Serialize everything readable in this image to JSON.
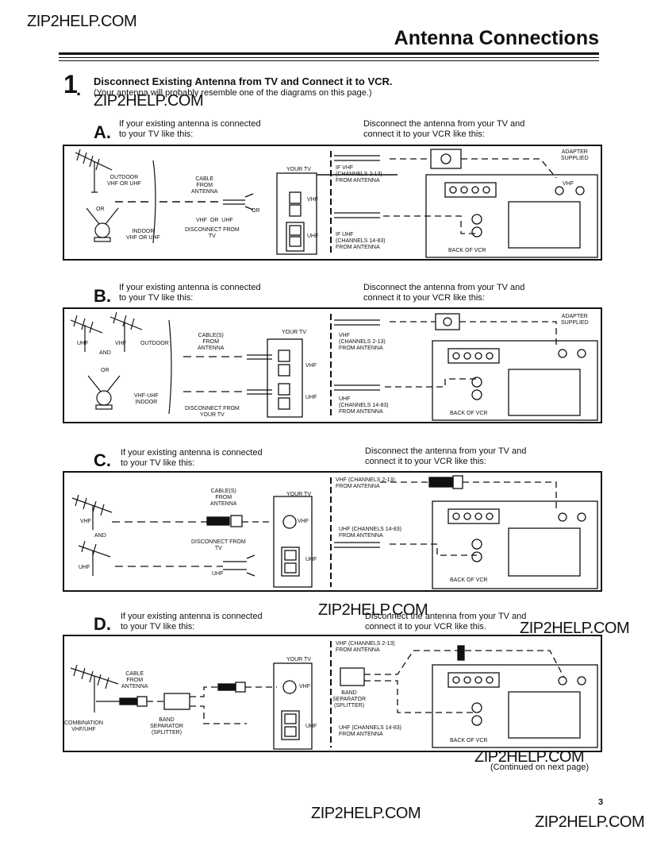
{
  "watermark": "ZIP2HELP.COM",
  "page_title": "Antenna Connections",
  "step": {
    "number": "1",
    "title": "Disconnect Existing Antenna from TV and Connect it to VCR.",
    "subtitle": "(Your antenna will probably resemble one of the diagrams on this page.)"
  },
  "sections": [
    {
      "letter": "A.",
      "left_text": "If your existing antenna is connected\nto your TV like this:",
      "right_text": "Disconnect the antenna from your TV and\nconnect it to your VCR like this:",
      "labels": {
        "antenna_outdoor": "OUTDOOR\nVHF OR UHF",
        "or": "OR",
        "antenna_indoor": "INDOOR\nVHF OR UHF",
        "cable": "CABLE\nFROM\nANTENNA",
        "vhf_or_uhf": "VHF  OR  UHF",
        "disconnect": "DISCONNECT FROM\nTV",
        "your_tv": "YOUR TV",
        "vhf": "VHF",
        "or2": "OR",
        "uhf": "UHF",
        "if_vhf": "IF VHF\n(CHANNELS 2-13)\nFROM ANTENNA",
        "if_uhf": "IF UHF\n(CHANNELS 14-83)\nFROM ANTENNA",
        "adapter": "ADAPTER\nSUPPLIED",
        "back_of_vcr": "BACK OF VCR",
        "vcr_vhf": "VHF"
      }
    },
    {
      "letter": "B.",
      "left_text": "If your existing antenna is connected\nto your TV like this:",
      "right_text": "Disconnect the antenna from your TV and\nconnect it to your VCR like this:",
      "labels": {
        "uhf_ant": "UHF",
        "vhf_ant": "VHF",
        "outdoor": "OUTDOOR",
        "and": "AND",
        "or": "OR",
        "indoor": "VHF-UHF\nINDOOR",
        "cable": "CABLE(S)\nFROM\nANTENNA",
        "your_tv": "YOUR TV",
        "vhf": "VHF",
        "uhf": "UHF",
        "disconnect": "DISCONNECT FROM\nYOUR TV",
        "vhf_ch": "VHF\n(CHANNELS 2-13)\nFROM ANTENNA",
        "uhf_ch": "UHF\n(CHANNELS 14-83)\nFROM ANTENNA",
        "adapter": "ADAPTER\nSUPPLIED",
        "back_of_vcr": "BACK OF VCR"
      }
    },
    {
      "letter": "C.",
      "left_text": "If your existing antenna is connected\nto your TV like this:",
      "right_text": "Disconnect the antenna from your TV and\nconnect it to your VCR like this:",
      "labels": {
        "cable": "CABLE(S)\nFROM\nANTENNA",
        "your_tv": "YOUR TV",
        "vhf_ant": "VHF",
        "and": "AND",
        "uhf_ant": "UHF",
        "vhf": "VHF",
        "disconnect": "DISCONNECT FROM\nTV",
        "uhf_tv": "UHF",
        "uhf_bottom": "UHF",
        "vhf_ch": "VHF (CHANNELS 2-13)\nFROM ANTENNA",
        "uhf_ch": "UHF (CHANNELS 14-83)\nFROM ANTENNA",
        "back_of_vcr": "BACK OF VCR"
      }
    },
    {
      "letter": "D.",
      "left_text": "If your existing antenna is connected\nto your TV like this:",
      "right_text": "Disconnect the antenna from your TV and\nconnect it to your VCR like this.",
      "labels": {
        "cable": "CABLE\nFROM\nANTENNA",
        "your_tv": "YOUR TV",
        "vhf": "VHF",
        "uhf": "UHF",
        "combination": "COMBINATION\nVHF/UHF",
        "band_sep": "BAND\nSEPARATOR\n(SPLITTER)",
        "vhf_ch": "VHF (CHANNELS 2-13)\nFROM ANTENNA",
        "band_sep2": "BAND\nSEPARATOR\n(SPLITTER)",
        "uhf_ch": "UHF (CHANNELS 14-83)\nFROM ANTENNA",
        "back_of_vcr": "BACK OF VCR"
      }
    }
  ],
  "continued": "(Continued on next page)",
  "page_number": "3"
}
